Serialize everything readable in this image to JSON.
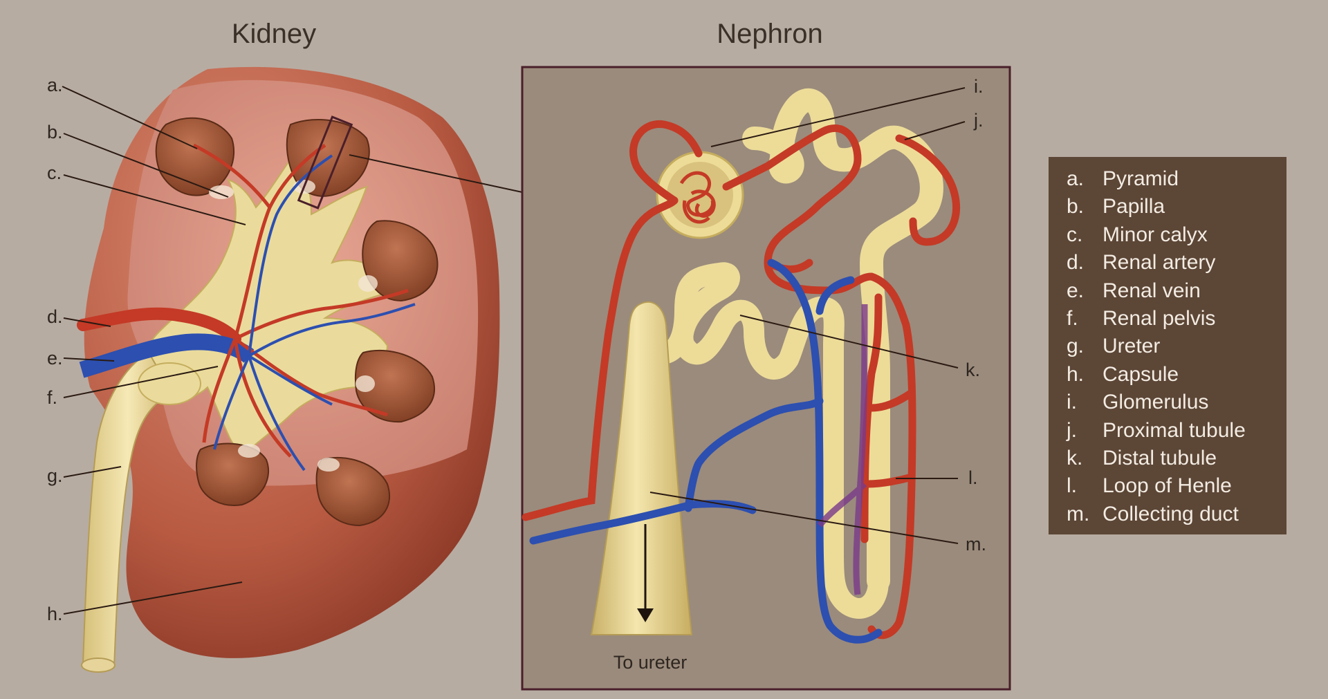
{
  "titles": {
    "kidney": "Kidney",
    "nephron": "Nephron"
  },
  "kidney_labels": [
    "a.",
    "b.",
    "c.",
    "d.",
    "e.",
    "f.",
    "g.",
    "h."
  ],
  "nephron_labels": [
    "i.",
    "j.",
    "k.",
    "l.",
    "m."
  ],
  "arrow_label": "To ureter",
  "legend": [
    {
      "letter": "a.",
      "text": "Pyramid"
    },
    {
      "letter": "b.",
      "text": "Papilla"
    },
    {
      "letter": "c.",
      "text": "Minor calyx"
    },
    {
      "letter": "d.",
      "text": "Renal artery"
    },
    {
      "letter": "e.",
      "text": "Renal vein"
    },
    {
      "letter": "f.",
      "text": "Renal pelvis"
    },
    {
      "letter": "g.",
      "text": "Ureter"
    },
    {
      "letter": "h.",
      "text": "Capsule"
    },
    {
      "letter": "i.",
      "text": "Glomerulus"
    },
    {
      "letter": "j.",
      "text": "Proximal tubule"
    },
    {
      "letter": "k.",
      "text": "Distal tubule"
    },
    {
      "letter": "l.",
      "text": "Loop of Henle"
    },
    {
      "letter": "m.",
      "text": "Collecting duct"
    }
  ],
  "colors": {
    "background": "#b7aca2",
    "artery": "#c43a26",
    "vein": "#2c4fb0",
    "tubule": "#eedc9a",
    "pyramid": "#a4593a",
    "capsule": "#b7533b",
    "nephron_panel": "#9b8b7c",
    "legend_bg": "#5c4636"
  }
}
